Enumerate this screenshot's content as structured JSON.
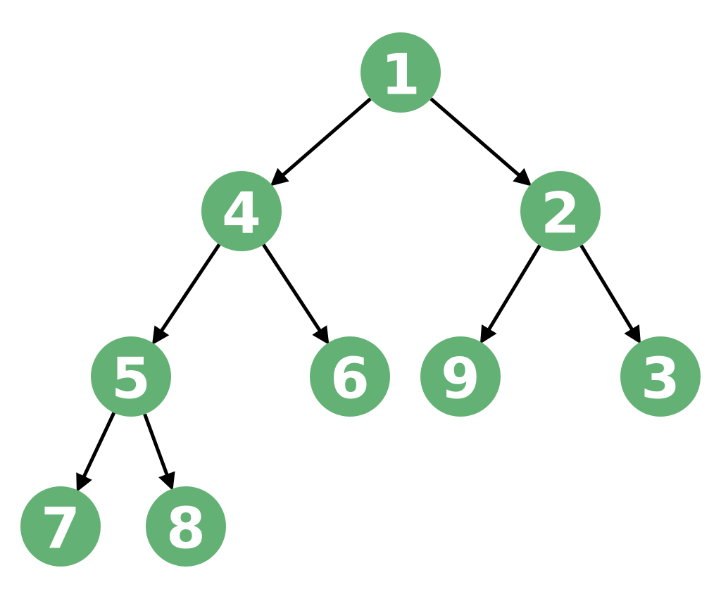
{
  "colors": {
    "node_fill": "#63b174",
    "node_text": "#ffffff",
    "edge": "#000000",
    "background": "#ffffff"
  },
  "tree": {
    "nodes": [
      {
        "id": "n1",
        "label": "1"
      },
      {
        "id": "n4",
        "label": "4"
      },
      {
        "id": "n2",
        "label": "2"
      },
      {
        "id": "n5",
        "label": "5"
      },
      {
        "id": "n6",
        "label": "6"
      },
      {
        "id": "n9",
        "label": "9"
      },
      {
        "id": "n3",
        "label": "3"
      },
      {
        "id": "n7",
        "label": "7"
      },
      {
        "id": "n8",
        "label": "8"
      }
    ],
    "edges": [
      {
        "from": "n1",
        "to": "n4"
      },
      {
        "from": "n1",
        "to": "n2"
      },
      {
        "from": "n4",
        "to": "n5"
      },
      {
        "from": "n4",
        "to": "n6"
      },
      {
        "from": "n2",
        "to": "n9"
      },
      {
        "from": "n2",
        "to": "n3"
      },
      {
        "from": "n5",
        "to": "n7"
      },
      {
        "from": "n5",
        "to": "n8"
      }
    ]
  }
}
